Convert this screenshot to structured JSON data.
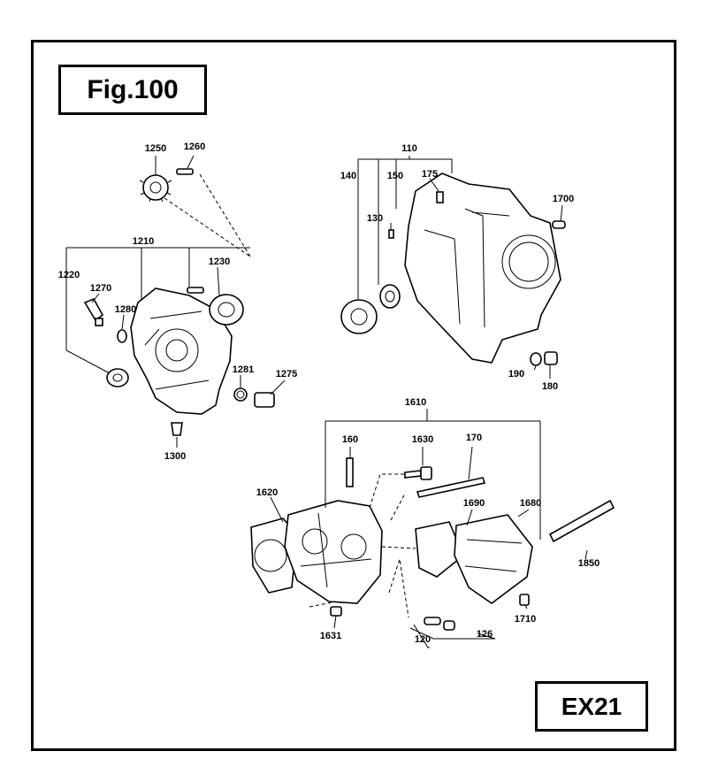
{
  "figure_title": "Fig.100",
  "model_code": "EX21",
  "parts": {
    "p1250": "1250",
    "p1260": "1260",
    "p1210": "1210",
    "p1220": "1220",
    "p1230": "1230",
    "p1270": "1270",
    "p1280": "1280",
    "p1281": "1281",
    "p1275": "1275",
    "p1300": "1300",
    "p110": "110",
    "p140": "140",
    "p150": "150",
    "p175": "175",
    "p130": "130",
    "p1700": "1700",
    "p190": "190",
    "p180": "180",
    "p1610": "1610",
    "p160": "160",
    "p1630": "1630",
    "p170": "170",
    "p1620": "1620",
    "p1690": "1690",
    "p1680": "1680",
    "p1850": "1850",
    "p1710": "1710",
    "p1631": "1631",
    "p120": "120",
    "p126": "126"
  }
}
